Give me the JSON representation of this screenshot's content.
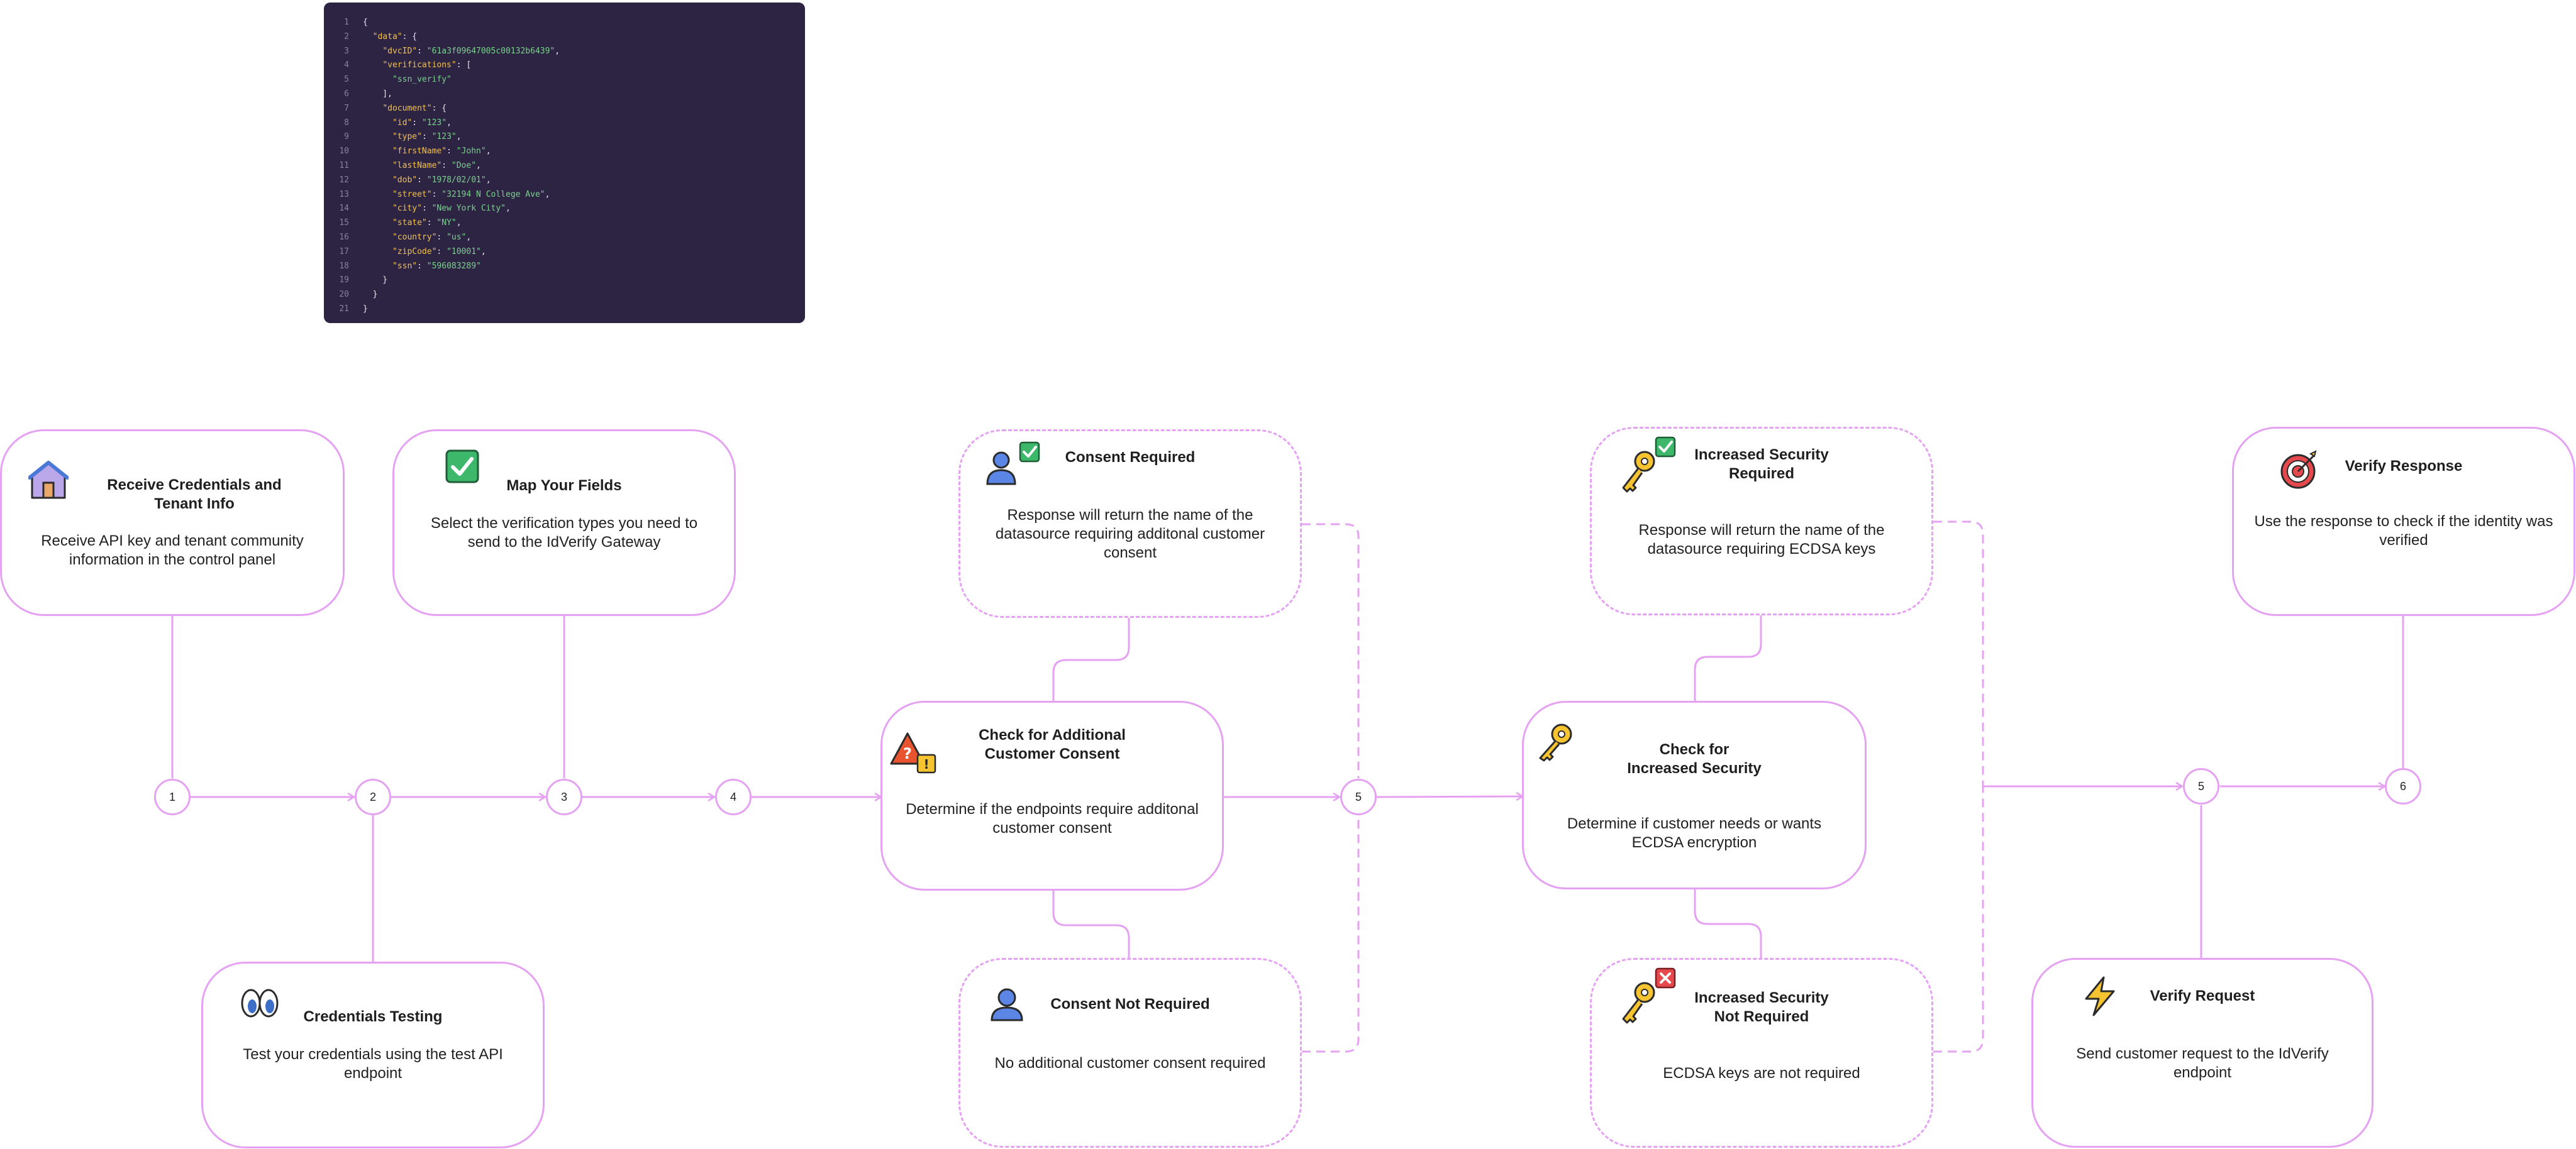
{
  "code_panel": {
    "lines": [
      [
        {
          "t": "{",
          "c": "punct"
        }
      ],
      [
        {
          "t": "  ",
          "c": "punct"
        },
        {
          "t": "\"data\"",
          "c": "key"
        },
        {
          "t": ": {",
          "c": "punct"
        }
      ],
      [
        {
          "t": "    ",
          "c": "punct"
        },
        {
          "t": "\"dvcID\"",
          "c": "key"
        },
        {
          "t": ": ",
          "c": "punct"
        },
        {
          "t": "\"61a3f09647005c00132b6439\"",
          "c": "str"
        },
        {
          "t": ",",
          "c": "punct"
        }
      ],
      [
        {
          "t": "    ",
          "c": "punct"
        },
        {
          "t": "\"verifications\"",
          "c": "key"
        },
        {
          "t": ": [",
          "c": "punct"
        }
      ],
      [
        {
          "t": "      ",
          "c": "punct"
        },
        {
          "t": "\"ssn_verify\"",
          "c": "str"
        }
      ],
      [
        {
          "t": "    ],",
          "c": "punct"
        }
      ],
      [
        {
          "t": "    ",
          "c": "punct"
        },
        {
          "t": "\"document\"",
          "c": "key"
        },
        {
          "t": ": {",
          "c": "punct"
        }
      ],
      [
        {
          "t": "      ",
          "c": "punct"
        },
        {
          "t": "\"id\"",
          "c": "key"
        },
        {
          "t": ": ",
          "c": "punct"
        },
        {
          "t": "\"123\"",
          "c": "str"
        },
        {
          "t": ",",
          "c": "punct"
        }
      ],
      [
        {
          "t": "      ",
          "c": "punct"
        },
        {
          "t": "\"type\"",
          "c": "key"
        },
        {
          "t": ": ",
          "c": "punct"
        },
        {
          "t": "\"123\"",
          "c": "str"
        },
        {
          "t": ",",
          "c": "punct"
        }
      ],
      [
        {
          "t": "      ",
          "c": "punct"
        },
        {
          "t": "\"firstName\"",
          "c": "key"
        },
        {
          "t": ": ",
          "c": "punct"
        },
        {
          "t": "\"John\"",
          "c": "str"
        },
        {
          "t": ",",
          "c": "punct"
        }
      ],
      [
        {
          "t": "      ",
          "c": "punct"
        },
        {
          "t": "\"lastName\"",
          "c": "key"
        },
        {
          "t": ": ",
          "c": "punct"
        },
        {
          "t": "\"Doe\"",
          "c": "str"
        },
        {
          "t": ",",
          "c": "punct"
        }
      ],
      [
        {
          "t": "      ",
          "c": "punct"
        },
        {
          "t": "\"dob\"",
          "c": "key"
        },
        {
          "t": ": ",
          "c": "punct"
        },
        {
          "t": "\"1978/02/01\"",
          "c": "str"
        },
        {
          "t": ",",
          "c": "punct"
        }
      ],
      [
        {
          "t": "      ",
          "c": "punct"
        },
        {
          "t": "\"street\"",
          "c": "key"
        },
        {
          "t": ": ",
          "c": "punct"
        },
        {
          "t": "\"32194 N College Ave\"",
          "c": "str"
        },
        {
          "t": ",",
          "c": "punct"
        }
      ],
      [
        {
          "t": "      ",
          "c": "punct"
        },
        {
          "t": "\"city\"",
          "c": "key"
        },
        {
          "t": ": ",
          "c": "punct"
        },
        {
          "t": "\"New York City\"",
          "c": "str"
        },
        {
          "t": ",",
          "c": "punct"
        }
      ],
      [
        {
          "t": "      ",
          "c": "punct"
        },
        {
          "t": "\"state\"",
          "c": "key"
        },
        {
          "t": ": ",
          "c": "punct"
        },
        {
          "t": "\"NY\"",
          "c": "str"
        },
        {
          "t": ",",
          "c": "punct"
        }
      ],
      [
        {
          "t": "      ",
          "c": "punct"
        },
        {
          "t": "\"country\"",
          "c": "key"
        },
        {
          "t": ": ",
          "c": "punct"
        },
        {
          "t": "\"us\"",
          "c": "str"
        },
        {
          "t": ",",
          "c": "punct"
        }
      ],
      [
        {
          "t": "      ",
          "c": "punct"
        },
        {
          "t": "\"zipCode\"",
          "c": "key"
        },
        {
          "t": ": ",
          "c": "punct"
        },
        {
          "t": "\"10001\"",
          "c": "str"
        },
        {
          "t": ",",
          "c": "punct"
        }
      ],
      [
        {
          "t": "      ",
          "c": "punct"
        },
        {
          "t": "\"ssn\"",
          "c": "key"
        },
        {
          "t": ": ",
          "c": "punct"
        },
        {
          "t": "\"596083289\"",
          "c": "str"
        }
      ],
      [
        {
          "t": "    }",
          "c": "punct"
        }
      ],
      [
        {
          "t": "  }",
          "c": "punct"
        }
      ],
      [
        {
          "t": "}",
          "c": "punct"
        }
      ]
    ]
  },
  "colors": {
    "accent": "#e6a2f2",
    "code_bg": "#2d2343",
    "code_key": "#f2c14e",
    "code_string": "#7ad38d",
    "code_punct": "#e8e6f2",
    "code_line_number": "#8a80a6"
  },
  "nodes": {
    "receive_credentials": {
      "title": "Receive Credentials and\nTenant Info",
      "description": "Receive API key and tenant community information in the control panel",
      "icon": "house-icon"
    },
    "map_fields": {
      "title": "Map Your Fields",
      "description": "Select the verification types you need to send to the IdVerify Gateway",
      "icon": "checkmark-icon"
    },
    "credentials_testing": {
      "title": "Credentials Testing",
      "description": "Test your credentials using the test API endpoint",
      "icon": "eyes-icon"
    },
    "consent_required": {
      "title": "Consent Required",
      "description": "Response will return the name of the datasource requiring additonal customer consent",
      "icon": "user-check-icon"
    },
    "check_consent": {
      "title": "Check for Additional\nCustomer Consent",
      "description": "Determine if the endpoints require additonal customer consent",
      "icon": "warning-icon"
    },
    "consent_not_required": {
      "title": "Consent Not Required",
      "description": "No additional customer consent required",
      "icon": "user-icon"
    },
    "security_required": {
      "title": "Increased Security\nRequired",
      "description": "Response will return the name of the datasource requiring ECDSA keys",
      "icon": "key-check-icon"
    },
    "check_security": {
      "title": "Check for\nIncreased Security",
      "description": "Determine if customer needs or wants ECDSA encryption",
      "icon": "key-icon"
    },
    "security_not_required": {
      "title": "Increased Security\nNot Required",
      "description": "ECDSA keys are not required",
      "icon": "key-cross-icon"
    },
    "verify_request": {
      "title": "Verify Request",
      "description": "Send customer request to the IdVerify endpoint",
      "icon": "lightning-icon"
    },
    "verify_response": {
      "title": "Verify Response",
      "description": "Use the response to check if the identity was verified",
      "icon": "target-icon"
    }
  },
  "steps": [
    "1",
    "2",
    "3",
    "4",
    "5",
    "5",
    "6"
  ]
}
